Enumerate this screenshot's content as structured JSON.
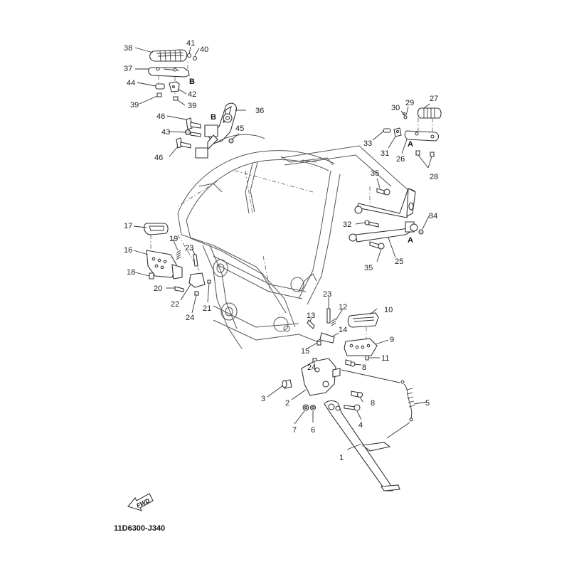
{
  "diagram": {
    "title_code": "11D6300-J340",
    "direction_indicator": "FWD",
    "reference_marks": [
      "A",
      "A",
      "B",
      "B"
    ],
    "callouts": [
      {
        "id": "c38",
        "label": "38"
      },
      {
        "id": "c41",
        "label": "41"
      },
      {
        "id": "c40",
        "label": "40"
      },
      {
        "id": "c37",
        "label": "37"
      },
      {
        "id": "c44",
        "label": "44"
      },
      {
        "id": "c42",
        "label": "42"
      },
      {
        "id": "c39a",
        "label": "39"
      },
      {
        "id": "c39b",
        "label": "39"
      },
      {
        "id": "c46a",
        "label": "46"
      },
      {
        "id": "c43",
        "label": "43"
      },
      {
        "id": "c46b",
        "label": "46"
      },
      {
        "id": "c36",
        "label": "36"
      },
      {
        "id": "c45",
        "label": "45"
      },
      {
        "id": "c30",
        "label": "30"
      },
      {
        "id": "c29",
        "label": "29"
      },
      {
        "id": "c27",
        "label": "27"
      },
      {
        "id": "c33",
        "label": "33"
      },
      {
        "id": "c31",
        "label": "31"
      },
      {
        "id": "c26",
        "label": "26"
      },
      {
        "id": "c28",
        "label": "28"
      },
      {
        "id": "c35a",
        "label": "35"
      },
      {
        "id": "c34",
        "label": "34"
      },
      {
        "id": "c32",
        "label": "32"
      },
      {
        "id": "c35b",
        "label": "35"
      },
      {
        "id": "c25",
        "label": "25"
      },
      {
        "id": "c17",
        "label": "17"
      },
      {
        "id": "c19",
        "label": "19"
      },
      {
        "id": "c16",
        "label": "16"
      },
      {
        "id": "c23a",
        "label": "23"
      },
      {
        "id": "c18",
        "label": "18"
      },
      {
        "id": "c20",
        "label": "20"
      },
      {
        "id": "c22",
        "label": "22"
      },
      {
        "id": "c21",
        "label": "21"
      },
      {
        "id": "c24a",
        "label": "24"
      },
      {
        "id": "c23b",
        "label": "23"
      },
      {
        "id": "c12",
        "label": "12"
      },
      {
        "id": "c10",
        "label": "10"
      },
      {
        "id": "c13",
        "label": "13"
      },
      {
        "id": "c14",
        "label": "14"
      },
      {
        "id": "c9",
        "label": "9"
      },
      {
        "id": "c15",
        "label": "15"
      },
      {
        "id": "c11",
        "label": "11"
      },
      {
        "id": "c24b",
        "label": "24"
      },
      {
        "id": "c8a",
        "label": "8"
      },
      {
        "id": "c3",
        "label": "3"
      },
      {
        "id": "c2",
        "label": "2"
      },
      {
        "id": "c8b",
        "label": "8"
      },
      {
        "id": "c5",
        "label": "5"
      },
      {
        "id": "c7",
        "label": "7"
      },
      {
        "id": "c6",
        "label": "6"
      },
      {
        "id": "c4",
        "label": "4"
      },
      {
        "id": "c1",
        "label": "1"
      }
    ]
  }
}
